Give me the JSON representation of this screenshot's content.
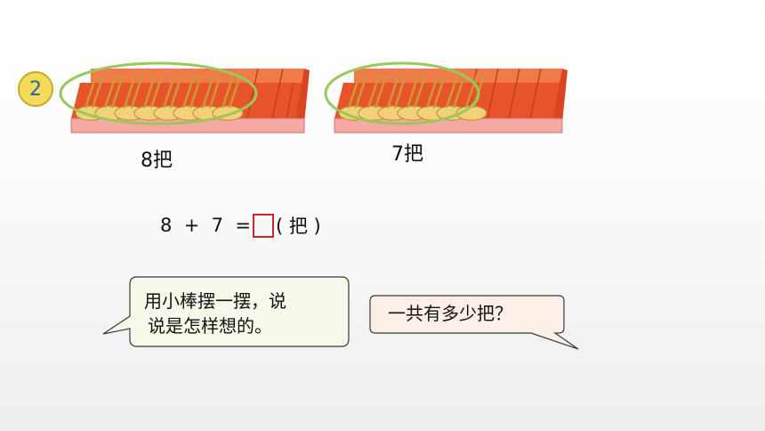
{
  "question_number": "2",
  "trays": [
    {
      "label": "8把"
    },
    {
      "label": "7把"
    }
  ],
  "equation": {
    "left": "8  +  7  =",
    "unit": "( 把 )"
  },
  "bubble_left": {
    "line1": "用小棒摆一摆，说",
    "line2": "说是怎样想的。"
  },
  "bubble_right": {
    "text": "一共有多少把？"
  },
  "colors": {
    "tray_red": "#e8532a",
    "tray_pink": "#f4a9a3",
    "ellipse_green": "#9bc85a",
    "answer_box": "#c62828",
    "bubble_left_bg": "#f4f9e9",
    "bubble_right_bg": "#fdeee7"
  }
}
